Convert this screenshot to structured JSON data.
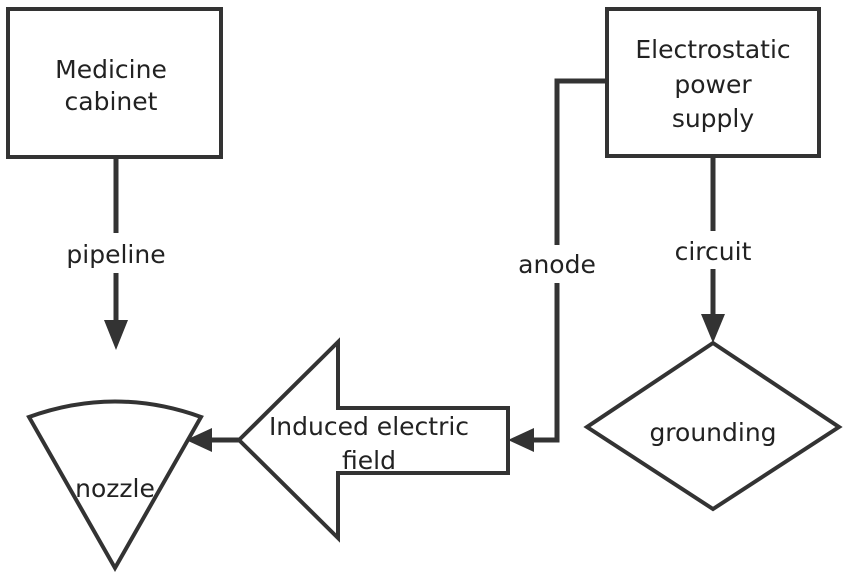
{
  "nodes": {
    "medicine_cabinet": {
      "line1": "Medicine",
      "line2": "cabinet"
    },
    "power_supply": {
      "line1": "Electrostatic",
      "line2": "power",
      "line3": "supply"
    },
    "induced_field": {
      "line1": "Induced electric",
      "line2": "field"
    },
    "grounding": {
      "label": "grounding"
    },
    "nozzle": {
      "label": "nozzle"
    }
  },
  "edges": {
    "pipeline": "pipeline",
    "anode": "anode",
    "circuit": "circuit"
  },
  "colors": {
    "stroke": "#333333",
    "background": "#ffffff",
    "text": "#222222"
  }
}
